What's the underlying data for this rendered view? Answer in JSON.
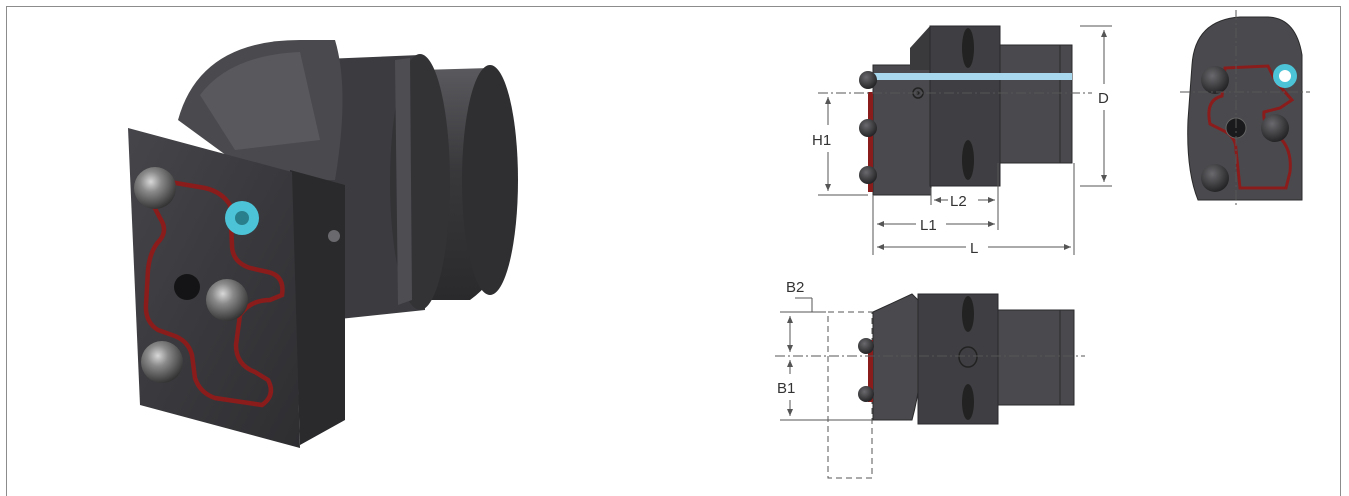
{
  "colors": {
    "body_dark": "#3a3a3d",
    "body_mid": "#4a4a4e",
    "body_light": "#5c5c60",
    "seal_red": "#8a1c1c",
    "coolant_blue": "#4cc3d6",
    "dimension_line": "#555555",
    "frame": "#8c8c8c"
  },
  "icons": {
    "photo": "tool-holder-photo-icon",
    "side_view": "side-view-drawing-icon",
    "front_view": "front-view-drawing-icon",
    "top_view": "top-view-drawing-icon"
  },
  "dimensions": {
    "D": "D",
    "H1": "H1",
    "L": "L",
    "L1": "L1",
    "L2": "L2",
    "B1": "B1",
    "B2": "B2"
  }
}
